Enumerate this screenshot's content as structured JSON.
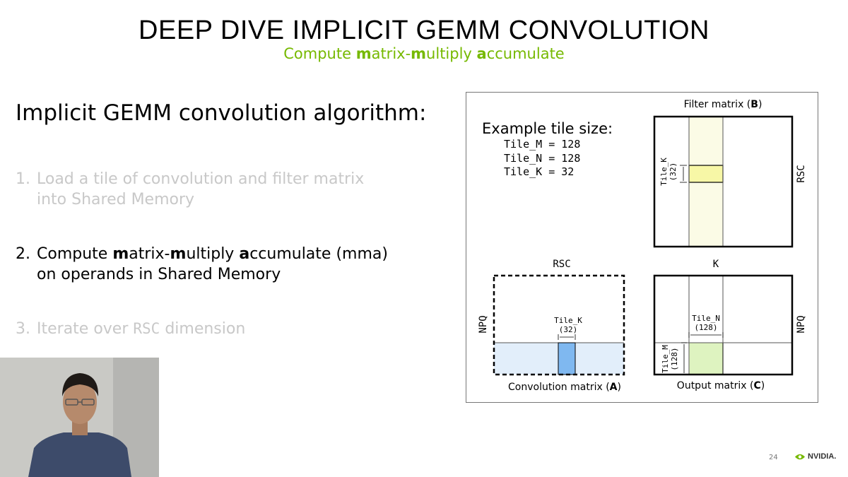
{
  "slide": {
    "title": "DEEP DIVE IMPLICIT GEMM CONVOLUTION",
    "subtitle_parts": [
      "Compute ",
      "m",
      "atrix-",
      "m",
      "ultiply ",
      "a",
      "ccumulate"
    ],
    "heading": "Implicit GEMM convolution algorithm:",
    "steps": [
      {
        "num": "1.",
        "line1": "Load a tile of convolution and filter matrix",
        "line2": "into Shared Memory"
      },
      {
        "num": "2.",
        "parts": [
          "Compute ",
          "m",
          "atrix-",
          "m",
          "ultiply ",
          "a",
          "ccumulate (mma)"
        ],
        "line2": "on operands in Shared Memory"
      },
      {
        "num": "3.",
        "pre": "Iterate over ",
        "code": "RSC",
        "post": " dimension"
      }
    ],
    "page_number": "24",
    "logo_text": "NVIDIA."
  },
  "diagram": {
    "example_heading": "Example tile size:",
    "tile_lines": [
      "Tile_M = 128",
      "Tile_N = 128",
      "Tile_K = 32"
    ],
    "filter_caption_pre": "Filter matrix (",
    "filter_caption_bold": "B",
    "filter_caption_post": ")",
    "filter_side_label": "RSC",
    "filter_tile_label": "Tile_K",
    "filter_tile_value": "(32)",
    "conv_top_label": "RSC",
    "conv_side_label": "NPQ",
    "conv_tile_label": "Tile_K",
    "conv_tile_value": "(32)",
    "conv_caption_pre": "Convolution matrix (",
    "conv_caption_bold": "A",
    "conv_caption_post": ")",
    "out_top_label": "K",
    "out_side_label": "NPQ",
    "out_tile_n_label": "Tile_N",
    "out_tile_n_value": "(128)",
    "out_tile_m_label": "Tile_M",
    "out_tile_m_value": "(128)",
    "out_caption_pre": "Output matrix (",
    "out_caption_bold": "C",
    "out_caption_post": ")",
    "colors": {
      "filter_col": "#fbfbe6",
      "filter_tile": "#f7f7a6",
      "conv_row": "#e2eefa",
      "conv_tile": "#7fb8f0",
      "out_tile": "#def3c0",
      "accent_green": "#76b900"
    }
  },
  "video": {
    "icon": "presenter-webcam-icon"
  }
}
